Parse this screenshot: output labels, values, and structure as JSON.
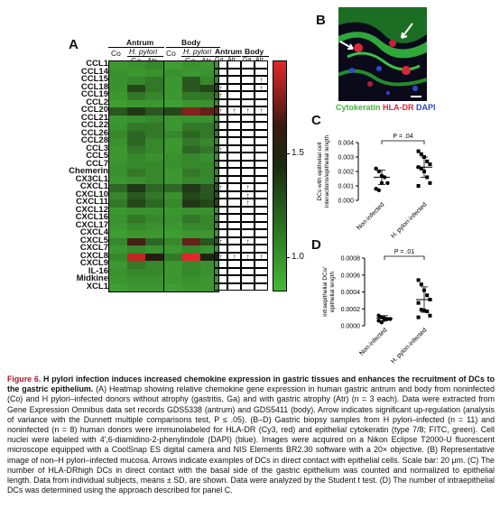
{
  "panels": {
    "a": "A",
    "b": "B",
    "c": "C",
    "d": "D"
  },
  "heatmap": {
    "groups": [
      {
        "label": "Antrum"
      },
      {
        "label": "Body"
      }
    ],
    "subgroup": "H. pylori",
    "cols": [
      "Co",
      "Ga.",
      "Atr."
    ],
    "arrow_group_labels": [
      "Antrum",
      "Body"
    ],
    "arrow_cols": [
      "Ga.",
      "Atr.",
      "Ga.",
      "Atr."
    ],
    "genes": [
      "CCL1",
      "CCL14",
      "CCL15",
      "CCL18",
      "CCL19",
      "CCL2",
      "CCL20",
      "CCL21",
      "CCL22",
      "CCL26",
      "CCL28",
      "CCL3",
      "CCL5",
      "CCL7",
      "Chemerin",
      "CX3CL1",
      "CXCL1",
      "CXCL10",
      "CXCL11",
      "CXCL12",
      "CXCL16",
      "CXCL17",
      "CXCL4",
      "CXCL5",
      "CXCL7",
      "CXCL8",
      "CXCL9",
      "IL-16",
      "Midkine",
      "XCL1"
    ],
    "values": [
      [
        1.1,
        1.12,
        1.15,
        1.08,
        1.12,
        1.1
      ],
      [
        1.12,
        1.1,
        1.12,
        1.12,
        1.1,
        1.12
      ],
      [
        1.12,
        1.15,
        1.2,
        1.1,
        1.3,
        1.15
      ],
      [
        1.12,
        1.35,
        1.2,
        1.1,
        1.3,
        1.35
      ],
      [
        1.1,
        1.2,
        1.15,
        1.1,
        1.2,
        1.2
      ],
      [
        1.08,
        1.1,
        1.1,
        1.08,
        1.1,
        1.12
      ],
      [
        1.3,
        1.4,
        1.3,
        1.35,
        1.65,
        1.6
      ],
      [
        1.1,
        1.12,
        1.15,
        1.1,
        1.12,
        1.12
      ],
      [
        1.12,
        1.2,
        1.2,
        1.1,
        1.2,
        1.2
      ],
      [
        1.15,
        1.25,
        1.2,
        1.15,
        1.25,
        1.2
      ],
      [
        1.12,
        1.25,
        1.15,
        1.1,
        1.2,
        1.15
      ],
      [
        1.1,
        1.2,
        1.15,
        1.1,
        1.25,
        1.2
      ],
      [
        1.1,
        1.15,
        1.12,
        1.12,
        1.15,
        1.12
      ],
      [
        1.12,
        1.15,
        1.15,
        1.12,
        1.15,
        1.15
      ],
      [
        1.12,
        1.2,
        1.15,
        1.1,
        1.2,
        1.15
      ],
      [
        1.1,
        1.12,
        1.15,
        1.1,
        1.15,
        1.15
      ],
      [
        1.25,
        1.4,
        1.25,
        1.25,
        1.4,
        1.3
      ],
      [
        1.15,
        1.3,
        1.2,
        1.12,
        1.35,
        1.3
      ],
      [
        1.2,
        1.35,
        1.25,
        1.15,
        1.4,
        1.35
      ],
      [
        1.1,
        1.12,
        1.12,
        1.1,
        1.12,
        1.12
      ],
      [
        1.12,
        1.2,
        1.15,
        1.12,
        1.2,
        1.15
      ],
      [
        1.1,
        1.15,
        1.12,
        1.1,
        1.15,
        1.15
      ],
      [
        1.08,
        1.1,
        1.1,
        1.08,
        1.1,
        1.1
      ],
      [
        1.15,
        1.55,
        1.25,
        1.15,
        1.6,
        1.3
      ],
      [
        1.1,
        1.15,
        1.12,
        1.1,
        1.15,
        1.12
      ],
      [
        1.15,
        1.75,
        1.5,
        1.2,
        1.8,
        1.45
      ],
      [
        1.1,
        1.2,
        1.15,
        1.1,
        1.15,
        1.12
      ],
      [
        1.12,
        1.15,
        1.15,
        1.1,
        1.15,
        1.12
      ],
      [
        1.1,
        1.12,
        1.12,
        1.1,
        1.12,
        1.1
      ],
      [
        1.08,
        1.1,
        1.1,
        1.08,
        1.1,
        1.1
      ]
    ],
    "arrows": [
      [],
      [],
      [
        3
      ],
      [
        0,
        3
      ],
      [
        0
      ],
      [],
      [
        0,
        1,
        2,
        3
      ],
      [],
      [],
      [],
      [],
      [
        0
      ],
      [],
      [],
      [],
      [],
      [
        0,
        2
      ],
      [
        2
      ],
      [
        2
      ],
      [],
      [],
      [],
      [],
      [
        0,
        2
      ],
      [],
      [
        0,
        1,
        2,
        3
      ],
      [],
      [],
      [],
      []
    ],
    "colorbar": {
      "ticks": [
        "1.5",
        "1.0"
      ],
      "low": "#46b83a",
      "high": "#d32f2f"
    },
    "arrow_glyph": "↑"
  },
  "micro": {
    "legend": [
      {
        "text": "Cytokeratin",
        "color": "#55c84a"
      },
      {
        "text": "HLA-DR",
        "color": "#e0243c"
      },
      {
        "text": "DAPI",
        "color": "#2d48c8"
      }
    ]
  },
  "chart_data": [
    {
      "type": "scatter",
      "title": "",
      "ylabel": "DCs with epithelial cell interactions/epithelial length",
      "categories": [
        "Non-infected",
        "H. pylori-infected"
      ],
      "ylim": [
        0,
        0.004
      ],
      "yticks": [
        "0.000",
        "0.001",
        "0.002",
        "0.003",
        "0.004"
      ],
      "pvalue": "P = .04",
      "series": [
        {
          "values": [
            0.0022,
            0.002,
            0.0017,
            0.0016,
            0.0012,
            0.0008,
            0.0007,
            0.0012
          ]
        },
        {
          "values": [
            0.0034,
            0.0032,
            0.003,
            0.0027,
            0.0025,
            0.0023,
            0.0022,
            0.002,
            0.0016,
            0.0012,
            0.001
          ]
        }
      ],
      "means": [
        0.0016,
        0.0023
      ],
      "sds": [
        0.0005,
        0.0007
      ]
    },
    {
      "type": "scatter",
      "title": "",
      "ylabel": "intraepithelial DCs/ epithelial length",
      "categories": [
        "Non-infected",
        "H. pylori-infected"
      ],
      "ylim": [
        0,
        0.0008
      ],
      "yticks": [
        "0.0000",
        "0.0002",
        "0.0004",
        "0.0006",
        "0.0008"
      ],
      "pvalue": "P = .01",
      "series": [
        {
          "values": [
            0.00012,
            0.0001,
            9e-05,
            8e-05,
            8e-05,
            6e-05,
            4e-05,
            7e-05
          ]
        },
        {
          "values": [
            0.00054,
            0.00049,
            0.00042,
            0.00036,
            0.00031,
            0.00027,
            0.00019,
            0.00018,
            0.00017,
            0.00012,
            0.0001
          ]
        }
      ],
      "means": [
        9e-05,
        0.00031
      ],
      "sds": [
        3e-05,
        0.00015
      ]
    }
  ],
  "caption": {
    "fig": "Figure 6.",
    "title": "H pylori infection induces increased chemokine expression in gastric tissues and enhances the recruitment of DCs to the gastric epithelium.",
    "body": "(A) Heatmap showing relative chemokine gene expression in human gastric antrum and body from noninfected (Co) and H pylori–infected donors without atrophy (gastritis, Ga) and with gastric atrophy (Atr) (n = 3 each). Data were extracted from Gene Expression Omnibus data set records GDS5338 (antrum) and GDS5411 (body). Arrow indicates significant up-regulation (analysis of variance with the Dunnett multiple comparisons test, P ≤ .05). (B–D) Gastric biopsy samples from H pylori–infected (n = 11) and noninfected (n = 8) human donors were immunolabeled for HLA-DR (Cy3, red) and epithelial cytokeratin (type 7/8; FITC, green). Cell nuclei were labeled with 4′,6-diamidino-2-phenylindole (DAPI) (blue). Images were acquired on a Nikon Eclipse T2000-U fluorescent microscope equipped with a CoolSnap ES digital camera and NIS Elements BR2.30 software with a 20× objective. (B) Representative image of non–H pylori–infected mucosa. Arrows indicate examples of DCs in direct contact with epithelial cells. Scale bar: 20 μm. (C) The number of HLA-DRhigh DCs in direct contact with the basal side of the gastric epithelium was counted and normalized to epithelial length. Data from individual subjects, means ± SD, are shown. Data were analyzed by the Student t test. (D) The number of intraepithelial DCs was determined using the approach described for panel C."
  }
}
